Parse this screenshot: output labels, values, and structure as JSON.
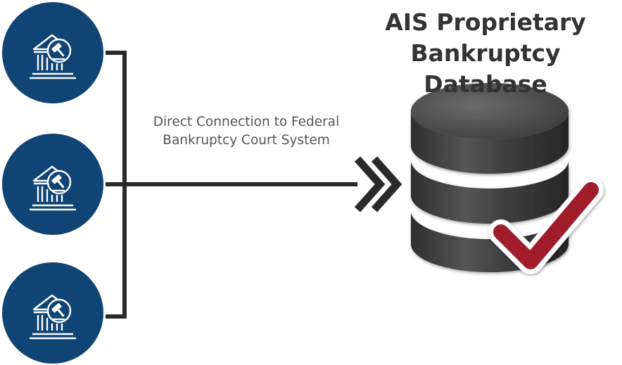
{
  "title": {
    "line1": "AIS Proprietary",
    "line2": "Bankruptcy Database"
  },
  "connection_label": {
    "line1": "Direct Connection to Federal",
    "line2": "Bankruptcy Court System"
  },
  "nodes": [
    {
      "icon": "courthouse-gavel-icon"
    },
    {
      "icon": "courthouse-gavel-icon"
    },
    {
      "icon": "courthouse-gavel-icon"
    }
  ],
  "colors": {
    "node_fill": "#0f4474",
    "node_icon": "#ffffff",
    "connector": "#2a2a2a",
    "database": "#3c3c3c",
    "database_highlight": "#6a6a6a",
    "checkmark": "#a01a2c",
    "title_text": "#333333",
    "label_text": "#555555"
  }
}
